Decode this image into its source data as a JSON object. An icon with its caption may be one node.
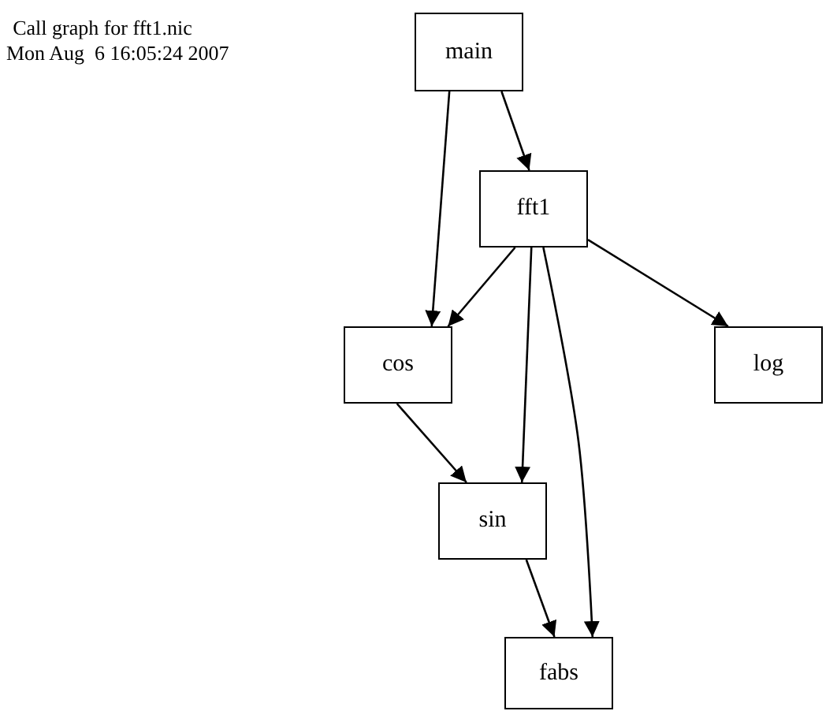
{
  "diagram": {
    "nodes": [
      {
        "text": [
          "main"
        ]
      },
      {
        "text": [
          "fft1"
        ]
      },
      {
        "text": [
          "cos"
        ]
      },
      {
        "text": [
          "log"
        ]
      },
      {
        "text": [
          "sin"
        ]
      },
      {
        "text": [
          "fabs"
        ]
      }
    ],
    "edges": [
      {
        "from": 0,
        "to": 2,
        "arrow": "to"
      },
      {
        "from": 0,
        "to": 1,
        "arrow": "to"
      },
      {
        "from": 1,
        "to": 2,
        "arrow": "to"
      },
      {
        "from": 1,
        "to": 4,
        "arrow": "to"
      },
      {
        "from": 1,
        "to": 5,
        "arrow": "to"
      },
      {
        "from": 1,
        "to": 3,
        "arrow": "to"
      },
      {
        "from": 2,
        "to": 4,
        "arrow": "to"
      },
      {
        "from": 4,
        "to": 5,
        "arrow": "to"
      }
    ],
    "labels": [
      "Call graph for fft1.nic",
      "Mon Aug  6 16:05:24 2007"
    ]
  }
}
